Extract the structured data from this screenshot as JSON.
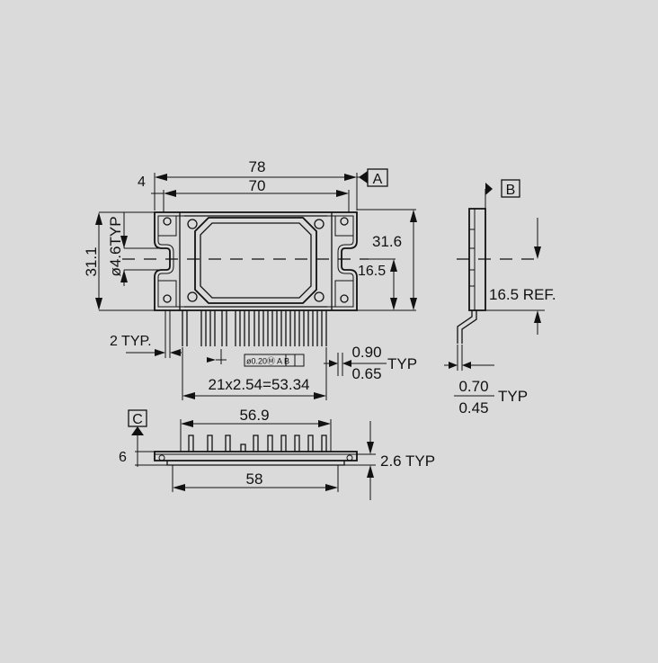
{
  "background_color": "#dadada",
  "line_color": "#111111",
  "front_view": {
    "dim_78": "78",
    "dim_70": "70",
    "dim_4": "4",
    "datum_a": "A",
    "dim_31_1": "31.1",
    "dim_hole": "ø4.6TYP",
    "dim_31_6": "31.6",
    "dim_16_5": "16.5",
    "dim_2_typ": "2 TYP.",
    "tolerance_frame": "ø0.20Ⓜ A B",
    "dim_090": "0.90",
    "dim_065": "0.65",
    "dim_typ": "TYP",
    "pitch": "21x2.54=53.34"
  },
  "side_view": {
    "datum_b": "B",
    "ref": "16.5 REF.",
    "dim_070": "0.70",
    "dim_045": "0.45",
    "dim_typ": "TYP"
  },
  "bottom_view": {
    "datum_c": "C",
    "dim_56_9": "56.9",
    "dim_6": "6",
    "dim_58": "58",
    "dim_2_6": "2.6 TYP"
  }
}
